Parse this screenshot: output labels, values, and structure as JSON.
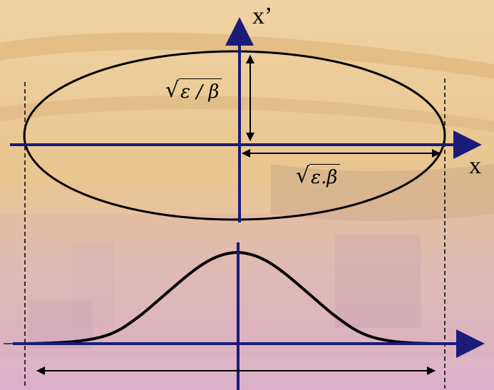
{
  "colors": {
    "background_warm": "#e9c98e",
    "background_pink": "#dcb3c4",
    "axis": "#1b1b7a",
    "curve": "#000000"
  },
  "diagram": {
    "x_prime_axis_label": "x’",
    "x_axis_label": "x",
    "ellipse_height_expression": "ε / β",
    "ellipse_width_expression": "ε.β"
  }
}
